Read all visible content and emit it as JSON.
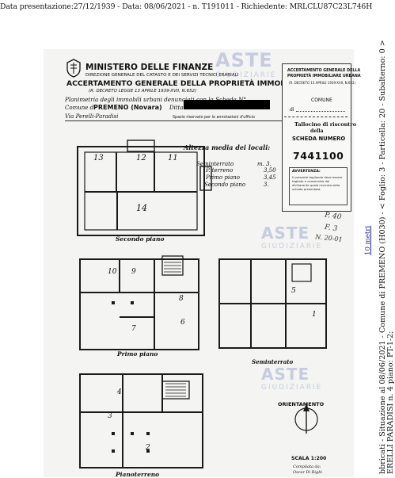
{
  "header_line": "Data presentazione:27/12/1939 - Data: 08/06/2021 - n. T191011 - Richiedente: MRLCLU87C23L746H",
  "side_line_1": "bbricati - Situazione al 08/06/2021 - Comune di PREMENO (H030) - < Foglio: 3 - Particella: 20 - Subalterno: 0 >",
  "side_line_2": "ERELLI PARADISI n. 4 piano: PT-1-2;",
  "side_scale_link": "10 metri",
  "document": {
    "ministry": "MINISTERO DELLE FINANZE",
    "direction": "DIREZIONE GENERALE DEL CATASTO E DEI SERVIZI TECNICI ERARIALI",
    "title": "ACCERTAMENTO GENERALE DELLA PROPRIETÀ IMMOBILIARE URBANA",
    "decree": "(R. DECRETO LEGGE 13 APRILE 1939-XVII, N.652)",
    "subtitle": "Planimetria degli immobili urbani denunciati con la Scheda N°",
    "comune_label": "Comune di",
    "comune_value": "PREMENO (Novara)",
    "ditta_label": "Ditta",
    "via_value": "Via Perelli-Paradisi",
    "note": "Spazio riservato per le annotazioni d'ufficio"
  },
  "ticket": {
    "header_1": "ACCERTAMENTO GENERALE DELLA",
    "header_2": "PROPRIETÀ IMMOBILIARE URBANA",
    "decree": "(R. DECRETO 13 APRILE 1939-XVII, N.652)",
    "comune_label": "COMUNE",
    "di_label": "di",
    "tagliando_1": "Tallocino di riscontro",
    "tagliando_2": "della",
    "scheda_label": "SCHEDA NUMERO",
    "scheda_number": "7441100",
    "avvertenza_title": "AVVERTENZA:",
    "avvertenza_text": "Il presente tagliando deve essere tagliato e conservato dal dichiarante quale ricevuta della scheda presentata."
  },
  "heights": {
    "title": "Altezza media dei locali:",
    "rows": [
      {
        "label": "Seminterrato",
        "value": "m. 3."
      },
      {
        "label": "P. terreno",
        "value": "3,50"
      },
      {
        "label": "Primo piano",
        "value": "3,45"
      },
      {
        "label": "Secondo piano",
        "value": "3."
      }
    ]
  },
  "floor_labels": {
    "secondo": "Secondo piano",
    "primo": "Primo piano",
    "seminterrato": "Seminterrato",
    "terreno": "Pianoterreno"
  },
  "orientamento": "ORIENTAMENTO",
  "scala": "SCALA 1:200",
  "compilata": "Compilata da:",
  "compilatore": "Oscar Di Rigbi",
  "handwritten": {
    "p": "P. 40",
    "f": "F. 3",
    "m": "N. 20-01"
  },
  "watermark": {
    "brand": "ASTE",
    "sub": "GIUDIZIARIE"
  },
  "rooms": [
    "13",
    "12",
    "11",
    "14",
    "10",
    "9",
    "8",
    "7",
    "6",
    "5",
    "4",
    "3",
    "2",
    "1"
  ]
}
